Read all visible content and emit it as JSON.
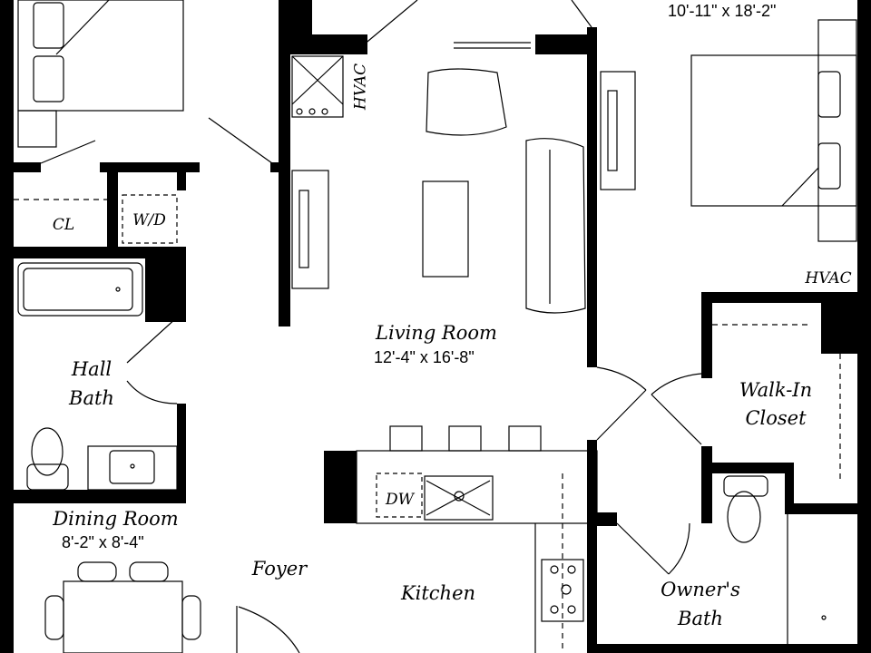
{
  "rooms": {
    "owner_bedroom": {
      "dims": "10'-11\" x 18'-2\""
    },
    "living_room": {
      "name": "Living Room",
      "dims": "12'-4\" x 16'-8\""
    },
    "dining_room": {
      "name": "Dining Room",
      "dims": "8'-2\" x 8'-4\""
    },
    "hall_bath": {
      "line1": "Hall",
      "line2": "Bath"
    },
    "walk_in_closet": {
      "line1": "Walk-In",
      "line2": "Closet"
    },
    "owners_bath": {
      "line1": "Owner's",
      "line2": "Bath"
    },
    "foyer": {
      "name": "Foyer"
    },
    "kitchen": {
      "name": "Kitchen"
    },
    "closet": {
      "name": "CL"
    },
    "laundry": {
      "name": "W/D"
    }
  },
  "fixtures": {
    "hvac_left": "HVAC",
    "hvac_right": "HVAC",
    "dishwasher": "DW"
  },
  "colors": {
    "wall": "#000000",
    "background": "#ffffff"
  }
}
